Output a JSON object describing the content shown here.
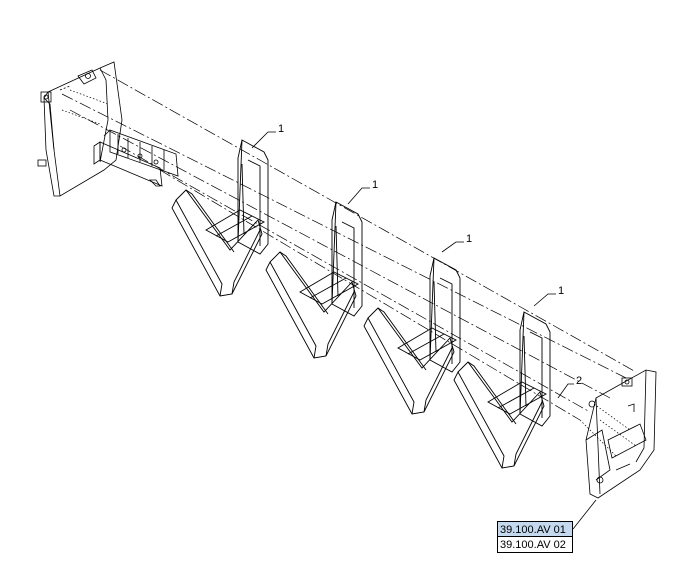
{
  "callouts": {
    "item_1_a": "1",
    "item_1_b": "1",
    "item_1_c": "1",
    "item_1_d": "1",
    "item_2": "2"
  },
  "references": {
    "ref_1": "39.100.AV 01",
    "ref_2": "39.100.AV 02"
  },
  "colors": {
    "ref_highlight": "#c5d9ee",
    "line": "#000000"
  }
}
